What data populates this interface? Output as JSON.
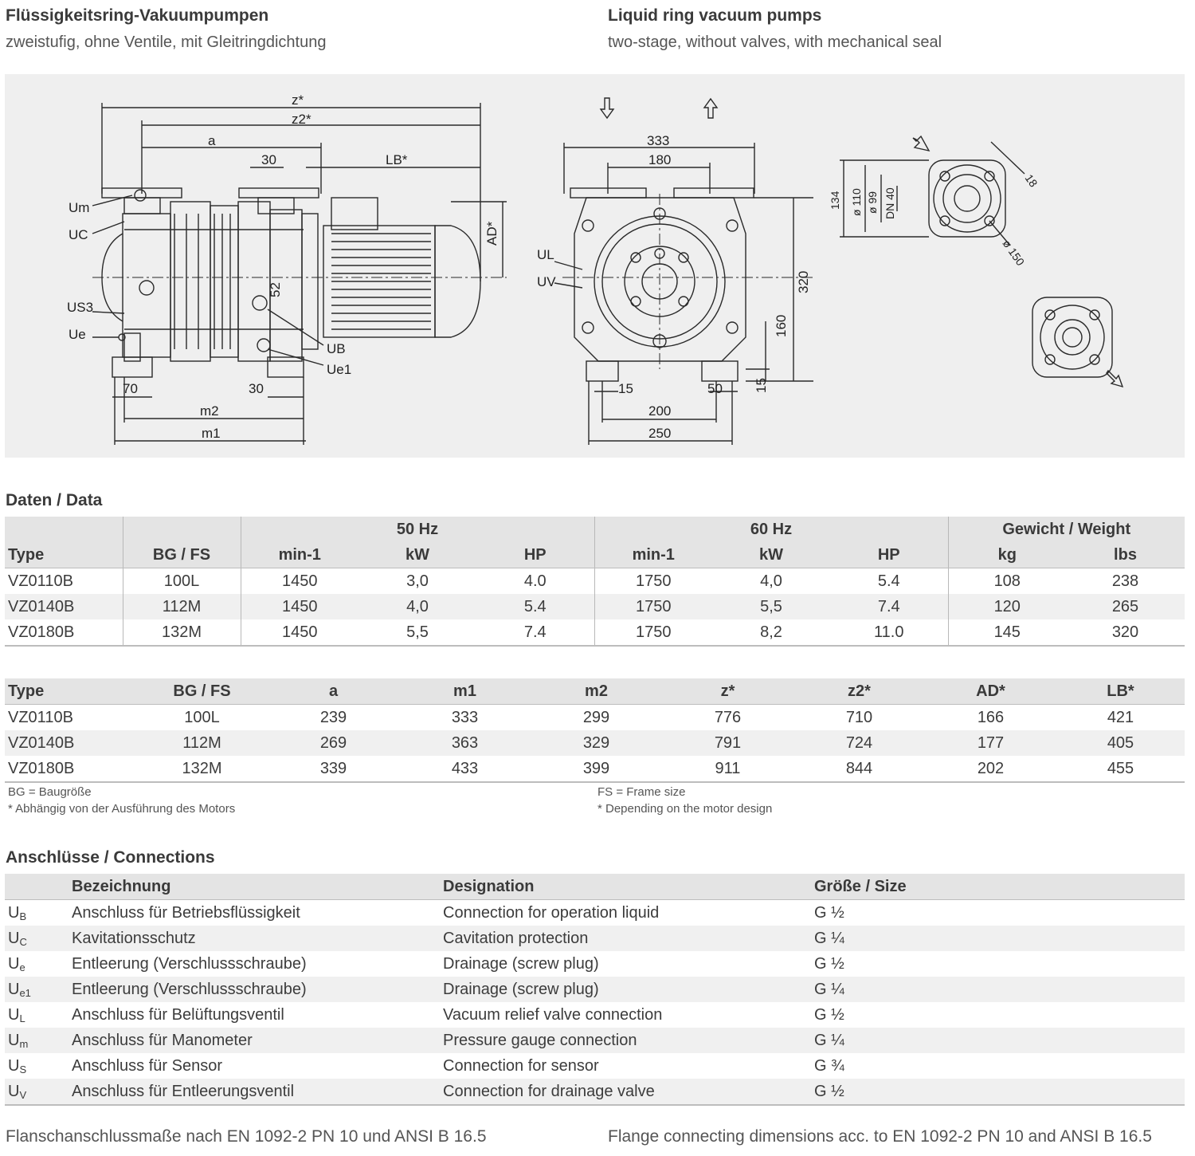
{
  "header": {
    "title_de": "Flüssigkeitsring-Vakuumpumpen",
    "subtitle_de": "zweistufig, ohne Ventile, mit Gleitringdichtung",
    "title_en": "Liquid ring vacuum pumps",
    "subtitle_en": "two-stage, without valves, with mechanical seal"
  },
  "drawing": {
    "labels": {
      "z": "z*",
      "z2": "z2*",
      "a": "a",
      "lb": "LB*",
      "ad": "AD*",
      "d30a": "30",
      "d52": "52",
      "d70": "70",
      "d30b": "30",
      "m2": "m2",
      "m1": "m1",
      "um": "Um",
      "uc": "UC",
      "us3": "US3",
      "ue": "Ue",
      "ub": "UB",
      "ue1": "Ue1",
      "d333": "333",
      "d180": "180",
      "d320": "320",
      "d160": "160",
      "d15a": "15",
      "d50": "50",
      "d15b": "15",
      "d200": "200",
      "d250": "250",
      "ul": "UL",
      "uv": "UV",
      "d134": "134",
      "d110": "ø 110",
      "d99": "ø 99",
      "dn40": "DN 40",
      "d18": "18",
      "d150": "ø 150"
    }
  },
  "data_section": {
    "title": "Daten / Data",
    "group_headers": [
      "50 Hz",
      "60 Hz",
      "Gewicht / Weight"
    ],
    "columns": [
      "Type",
      "BG / FS",
      "min-1",
      "kW",
      "HP",
      "min-1",
      "kW",
      "HP",
      "kg",
      "lbs"
    ],
    "rows": [
      [
        "VZ0110B",
        "100L",
        "1450",
        "3,0",
        "4.0",
        "1750",
        "4,0",
        "5.4",
        "108",
        "238"
      ],
      [
        "VZ0140B",
        "112M",
        "1450",
        "4,0",
        "5.4",
        "1750",
        "5,5",
        "7.4",
        "120",
        "265"
      ],
      [
        "VZ0180B",
        "132M",
        "1450",
        "5,5",
        "7.4",
        "1750",
        "8,2",
        "11.0",
        "145",
        "320"
      ]
    ]
  },
  "dimensions": {
    "columns": [
      "Type",
      "BG / FS",
      "a",
      "m1",
      "m2",
      "z*",
      "z2*",
      "AD*",
      "LB*"
    ],
    "rows": [
      [
        "VZ0110B",
        "100L",
        "239",
        "333",
        "299",
        "776",
        "710",
        "166",
        "421"
      ],
      [
        "VZ0140B",
        "112M",
        "269",
        "363",
        "329",
        "791",
        "724",
        "177",
        "405"
      ],
      [
        "VZ0180B",
        "132M",
        "339",
        "433",
        "399",
        "911",
        "844",
        "202",
        "455"
      ]
    ],
    "notes_de": [
      "BG = Baugröße",
      "* Abhängig von der Ausführung des Motors"
    ],
    "notes_en": [
      "FS = Frame size",
      "* Depending on the motor design"
    ]
  },
  "connections": {
    "title": "Anschlüsse / Connections",
    "columns": [
      "",
      "Bezeichnung",
      "Designation",
      "Größe / Size"
    ],
    "rows": [
      {
        "sym": "U",
        "sub": "B",
        "de": "Anschluss für Betriebsflüssigkeit",
        "en": "Connection for operation liquid",
        "size": "G ½"
      },
      {
        "sym": "U",
        "sub": "C",
        "de": "Kavitationsschutz",
        "en": "Cavitation protection",
        "size": "G ¼"
      },
      {
        "sym": "U",
        "sub": "e",
        "de": "Entleerung (Verschlussschraube)",
        "en": "Drainage (screw plug)",
        "size": "G ½"
      },
      {
        "sym": "U",
        "sub": "e1",
        "de": "Entleerung (Verschlussschraube)",
        "en": "Drainage (screw plug)",
        "size": "G ¼"
      },
      {
        "sym": "U",
        "sub": "L",
        "de": "Anschluss für Belüftungsventil",
        "en": "Vacuum relief valve connection",
        "size": "G ½"
      },
      {
        "sym": "U",
        "sub": "m",
        "de": "Anschluss für Manometer",
        "en": "Pressure gauge connection",
        "size": "G ¼"
      },
      {
        "sym": "U",
        "sub": "S",
        "de": "Anschluss für Sensor",
        "en": "Connection for sensor",
        "size": "G ¾"
      },
      {
        "sym": "U",
        "sub": "V",
        "de": "Anschluss für Entleerungsventil",
        "en": "Connection for drainage valve",
        "size": "G ½"
      }
    ]
  },
  "footer": {
    "de": "Flanschanschlussmaße nach EN 1092-2 PN 10 und ANSI B 16.5",
    "en": "Flange connecting dimensions acc. to EN 1092-2 PN 10 and ANSI B 16.5"
  }
}
